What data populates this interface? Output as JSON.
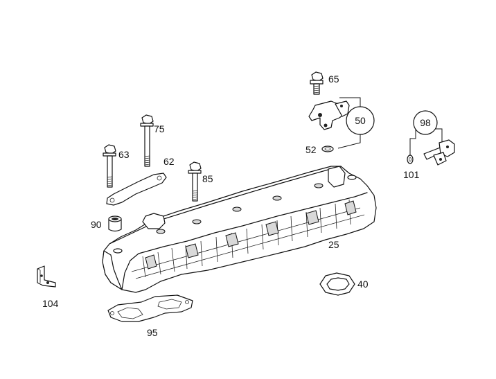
{
  "parts": [
    {
      "id": "p65",
      "label": "65"
    },
    {
      "id": "p50",
      "label": "50"
    },
    {
      "id": "p52",
      "label": "52"
    },
    {
      "id": "p75",
      "label": "75"
    },
    {
      "id": "p63",
      "label": "63"
    },
    {
      "id": "p62",
      "label": "62"
    },
    {
      "id": "p85",
      "label": "85"
    },
    {
      "id": "p98",
      "label": "98"
    },
    {
      "id": "p101",
      "label": "101"
    },
    {
      "id": "p90",
      "label": "90"
    },
    {
      "id": "p25",
      "label": "25"
    },
    {
      "id": "p40",
      "label": "40"
    },
    {
      "id": "p104",
      "label": "104"
    },
    {
      "id": "p95",
      "label": "95"
    }
  ]
}
